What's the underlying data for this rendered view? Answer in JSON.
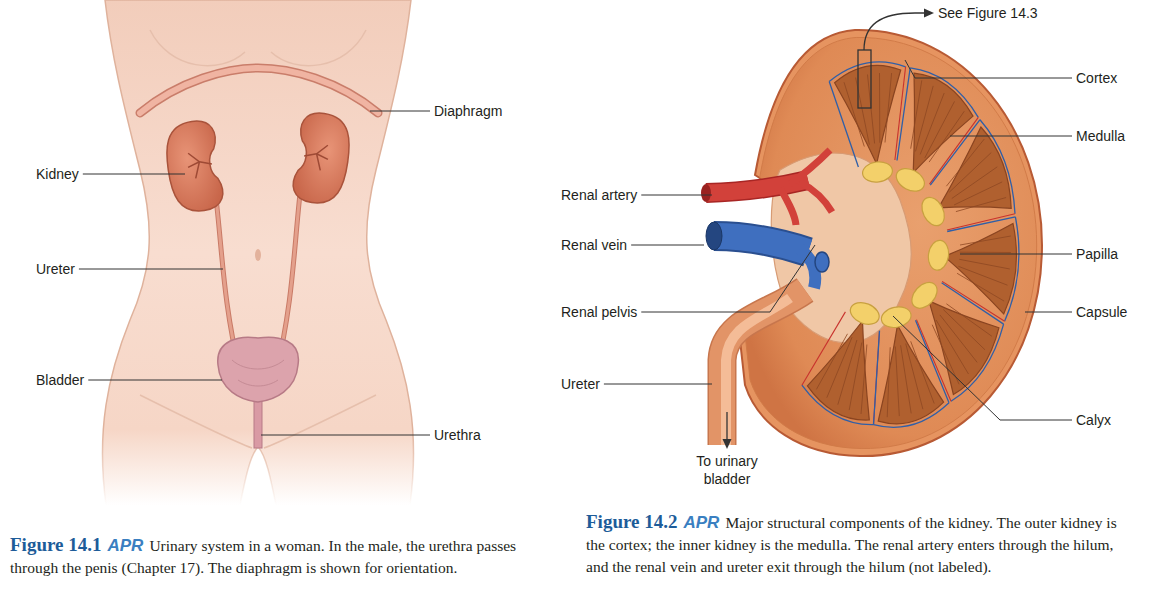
{
  "diagram": {
    "labels": [
      "Diaphragm",
      "Kidney",
      "Ureter",
      "Bladder",
      "Urethra",
      "See Figure 14.3",
      "Cortex",
      "Medulla",
      "Renal artery",
      "Renal vein",
      "Papilla",
      "Renal pelvis",
      "Capsule",
      "Ureter",
      "Calyx",
      "To urinary bladder",
      "Figure 14.1",
      "APR",
      "Urinary system in a woman. In the male, the urethra passes through the penis (Chapter 17). The diaphragm is shown for orientation.",
      "Figure 14.2",
      "APR",
      "Major structural components of the kidney. The outer kidney is the cortex; the inner kidney is the medulla. The renal artery enters through the hilum, and the renal vein and ureter exit through the hilum (not labeled)."
    ]
  }
}
